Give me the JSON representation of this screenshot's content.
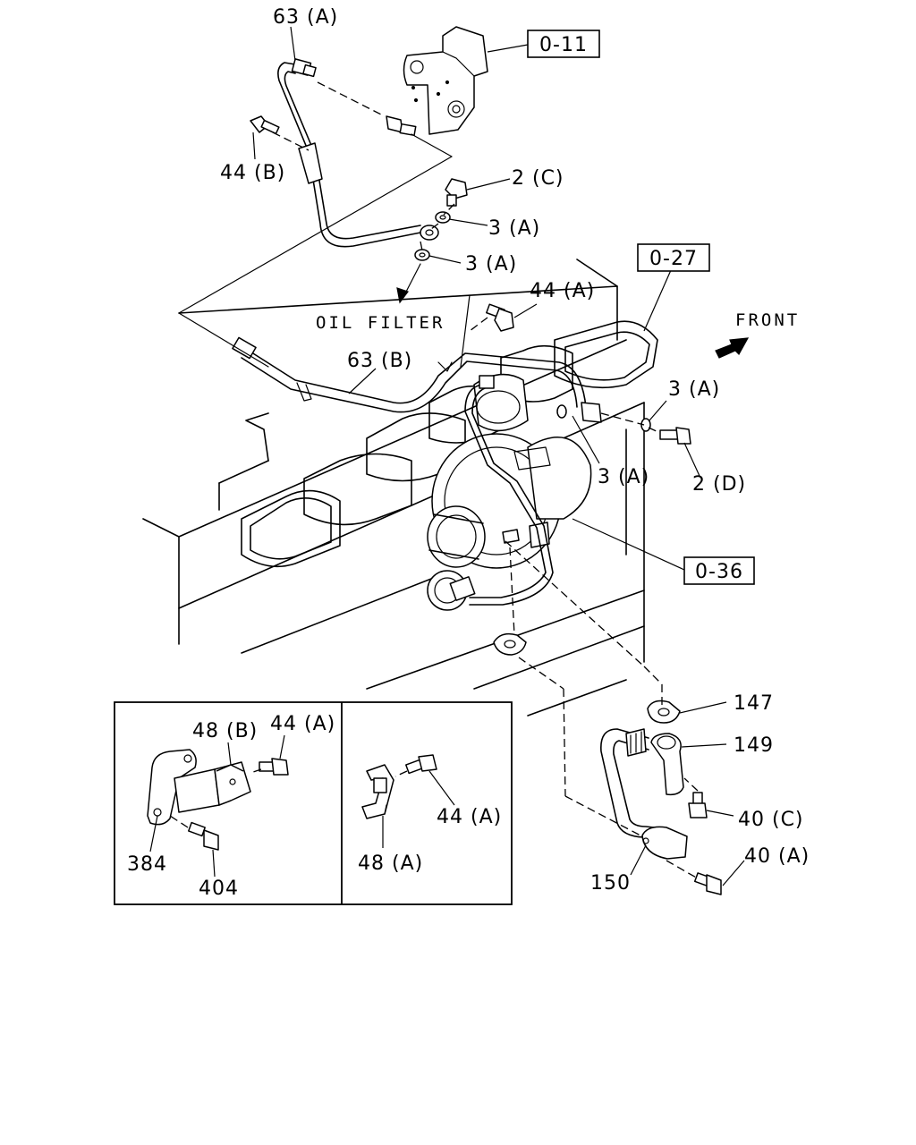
{
  "labels": {
    "l63a": "63 (A)",
    "l44b": "44 (B)",
    "l2c": "2 (C)",
    "l3a_1": "3 (A)",
    "l3a_2": "3 (A)",
    "l44a_1": "44 (A)",
    "oil_filter": "OIL FILTER",
    "l63b": "63 (B)",
    "front": "FRONT",
    "l3a_3": "3 (A)",
    "l3a_4": "3 (A)",
    "l2d": "2 (D)",
    "l147": "147",
    "l149": "149",
    "l40c": "40 (C)",
    "l40a": "40 (A)",
    "l150": "150",
    "inset_l48b": "48 (B)",
    "inset_l44a_1": "44 (A)",
    "inset_l384": "384",
    "inset_l404": "404",
    "inset_l44a_2": "44 (A)",
    "inset_l48a": "48 (A)"
  },
  "references": {
    "r011": "0-11",
    "r027": "0-27",
    "r036": "0-36"
  }
}
